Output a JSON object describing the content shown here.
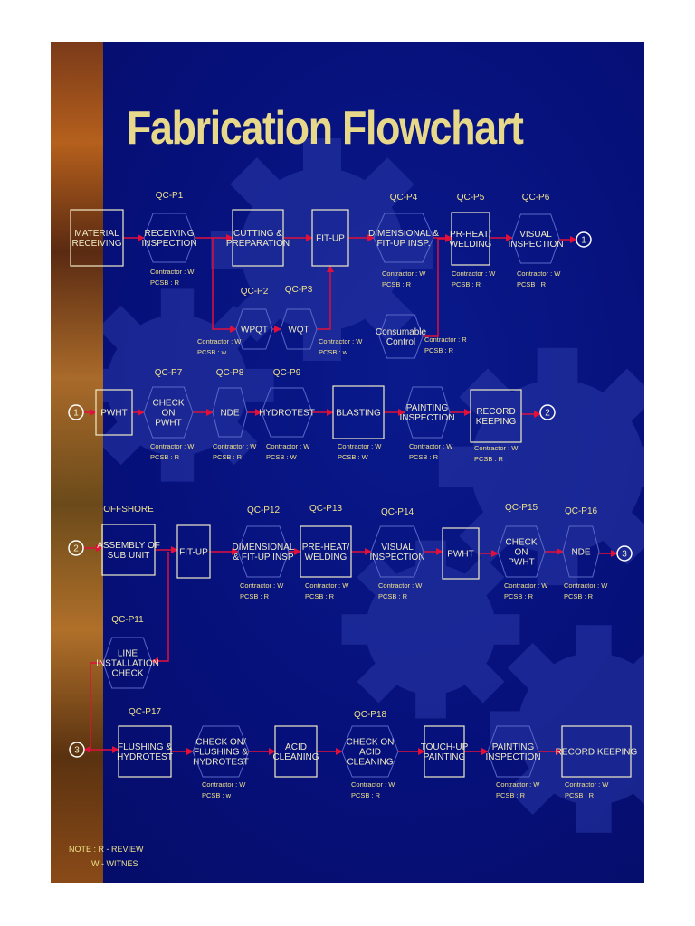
{
  "title": "Fabrication Flowchart",
  "colors": {
    "background": "#06107a",
    "title": "#e8d98a",
    "arrow": "#e0103a",
    "text": "#f0ecc8",
    "label": "#f0e28a"
  },
  "nodes": [
    {
      "id": "n1",
      "shape": "rect",
      "lines": [
        "MATERIAL",
        "RECEIVING"
      ]
    },
    {
      "id": "n2",
      "shape": "hex",
      "code": "QC-P1",
      "lines": [
        "RECEIVING",
        "INSPECTION"
      ],
      "resp": [
        "Contractor : W",
        "PCSB : R"
      ]
    },
    {
      "id": "n3",
      "shape": "rect",
      "lines": [
        "CUTTING &",
        "PREPARATION"
      ]
    },
    {
      "id": "n4",
      "shape": "rect",
      "lines": [
        "FIT-UP"
      ]
    },
    {
      "id": "n5",
      "shape": "hex",
      "code": "QC-P4",
      "lines": [
        "DIMENSIONAL &",
        "FIT-UP INSP."
      ],
      "resp": [
        "Contractor : W",
        "PCSB : R"
      ]
    },
    {
      "id": "n6",
      "shape": "rect",
      "code": "QC-P5",
      "lines": [
        "PR-HEAT/",
        "WELDING"
      ],
      "resp": [
        "Contractor : W",
        "PCSB : R"
      ]
    },
    {
      "id": "n7",
      "shape": "hex",
      "code": "QC-P6",
      "lines": [
        "VISUAL",
        "INSPECTION"
      ],
      "resp": [
        "Contractor : W",
        "PCSB : R"
      ]
    },
    {
      "id": "n8",
      "shape": "hex",
      "code": "QC-P2",
      "lines": [
        "WPQT"
      ],
      "resp": [
        "Contractor : W",
        "PCSB : w"
      ]
    },
    {
      "id": "n9",
      "shape": "hex",
      "code": "QC-P3",
      "lines": [
        "WQT"
      ],
      "resp": [
        "Contractor : W",
        "PCSB : w"
      ]
    },
    {
      "id": "n10",
      "shape": "hex",
      "lines": [
        "Consumable",
        "Control"
      ],
      "resp": [
        "Contractor : R",
        "PCSB : R"
      ]
    },
    {
      "id": "n11",
      "shape": "rect",
      "lines": [
        "PWHT"
      ]
    },
    {
      "id": "n12",
      "shape": "hex",
      "code": "QC-P7",
      "lines": [
        "CHECK",
        "ON",
        "PWHT"
      ],
      "resp": [
        "Contractor : W",
        "PCSB : R"
      ]
    },
    {
      "id": "n13",
      "shape": "hex",
      "code": "QC-P8",
      "lines": [
        "NDE"
      ],
      "resp": [
        "Contractor : W",
        "PCSB : R"
      ]
    },
    {
      "id": "n14",
      "shape": "hex",
      "code": "QC-P9",
      "lines": [
        "HYDROTEST"
      ],
      "resp": [
        "Contractor : W",
        "PCSB : W"
      ]
    },
    {
      "id": "n15",
      "shape": "rect",
      "lines": [
        "BLASTING"
      ],
      "resp": [
        "Contractor : W",
        "PCSB : W"
      ]
    },
    {
      "id": "n16",
      "shape": "hex",
      "lines": [
        "PAINTING",
        "INSPECTION"
      ],
      "resp": [
        "Contractor : W",
        "PCSB : R"
      ]
    },
    {
      "id": "n17",
      "shape": "rect",
      "lines": [
        "RECORD",
        "KEEPING"
      ],
      "resp": [
        "Contractor : W",
        "PCSB : R"
      ]
    },
    {
      "id": "n18",
      "shape": "rect",
      "code": "OFFSHORE",
      "lines": [
        "ASSEMBLY OF",
        "SUB UNIT"
      ]
    },
    {
      "id": "n19",
      "shape": "rect",
      "lines": [
        "FIT-UP"
      ]
    },
    {
      "id": "n20",
      "shape": "hex",
      "code": "QC-P12",
      "lines": [
        "DIMENSIONAL",
        "& FIT-UP INSP"
      ],
      "resp": [
        "Contractor : W",
        "PCSB : R"
      ]
    },
    {
      "id": "n21",
      "shape": "rect",
      "code": "QC-P13",
      "lines": [
        "PRE-HEAT/",
        "WELDING"
      ],
      "resp": [
        "Contractor : W",
        "PCSB : R"
      ]
    },
    {
      "id": "n22",
      "shape": "hex",
      "code": "QC-P14",
      "lines": [
        "VISUAL",
        "INSPECTION"
      ],
      "resp": [
        "Contractor : W",
        "PCSB : R"
      ]
    },
    {
      "id": "n23",
      "shape": "rect",
      "lines": [
        "PWHT"
      ]
    },
    {
      "id": "n24",
      "shape": "hex",
      "code": "QC-P15",
      "lines": [
        "CHECK",
        "ON",
        "PWHT"
      ],
      "resp": [
        "Contractor : W",
        "PCSB : R"
      ]
    },
    {
      "id": "n25",
      "shape": "hex",
      "code": "QC-P16",
      "lines": [
        "NDE"
      ],
      "resp": [
        "Contractor : W",
        "PCSB : R"
      ]
    },
    {
      "id": "n26",
      "shape": "hex",
      "code": "QC-P11",
      "lines": [
        "LINE",
        "INSTALLATION",
        "CHECK"
      ]
    },
    {
      "id": "n27",
      "shape": "rect",
      "code": "QC-P17",
      "lines": [
        "FLUSHING &",
        "HYDROTEST"
      ]
    },
    {
      "id": "n28",
      "shape": "hex",
      "lines": [
        "CHECK ON/",
        "FLUSHING &",
        "HYDROTEST"
      ],
      "resp": [
        "Contractor : W",
        "PCSB : w"
      ]
    },
    {
      "id": "n29",
      "shape": "rect",
      "lines": [
        "ACID",
        "CLEANING"
      ]
    },
    {
      "id": "n30",
      "shape": "hex",
      "code": "QC-P18",
      "lines": [
        "CHECK ON",
        "ACID",
        "CLEANING"
      ],
      "resp": [
        "Contractor : W",
        "PCSB : R"
      ]
    },
    {
      "id": "n31",
      "shape": "rect",
      "lines": [
        "TOUCH-UP",
        "PAINTING"
      ]
    },
    {
      "id": "n32",
      "shape": "hex",
      "lines": [
        "PAINTING",
        "INSPECTION"
      ],
      "resp": [
        "Contractor : W",
        "PCSB : R"
      ]
    },
    {
      "id": "n33",
      "shape": "rect",
      "lines": [
        "RECORD KEEPING"
      ],
      "resp": [
        "Contractor : W",
        "PCSB : R"
      ]
    }
  ],
  "connectors": [
    {
      "id": "c1a",
      "label": "1"
    },
    {
      "id": "c1b",
      "label": "1"
    },
    {
      "id": "c2a",
      "label": "2"
    },
    {
      "id": "c2b",
      "label": "2"
    },
    {
      "id": "c3a",
      "label": "3"
    },
    {
      "id": "c3b",
      "label": "3"
    }
  ],
  "note": {
    "line1": "NOTE :  R - REVIEW",
    "line2": "W - WITNES"
  }
}
